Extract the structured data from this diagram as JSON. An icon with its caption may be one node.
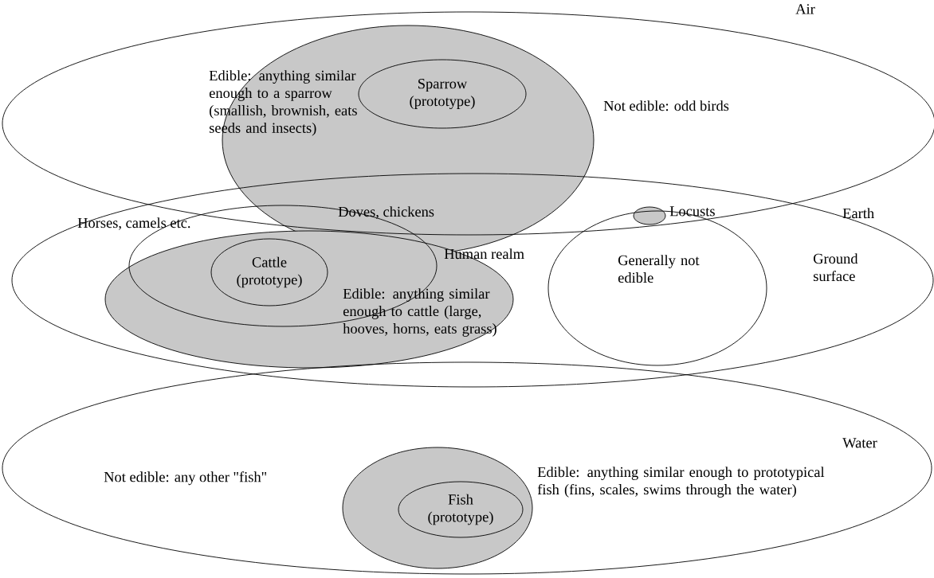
{
  "diagram": {
    "nodes": [
      {
        "text": [
          "Air",
          "Not edible: odd birds"
        ]
      },
      {
        "text": [
          "Edible: anything similar enough to a sparrow (smallish, brownish, eats seeds and insects)"
        ]
      },
      {
        "text": [
          "Sparrow (prototype)"
        ],
        "in": 1
      },
      {
        "text": [
          "Earth"
        ]
      },
      {
        "text": [],
        "shape": "ellipse",
        "beside": [
          "Human realm"
        ],
        "in": 3
      },
      {
        "text": [
          "Edible: anything similar enough to cattle (large, hooves, horns, eats grass)"
        ],
        "in": 3
      },
      {
        "text": [
          "Cattle (prototype)"
        ]
      },
      {
        "text": [
          "Generally not edible"
        ],
        "in": 3
      },
      {
        "text": [
          "Locusts"
        ]
      },
      {
        "text": [
          "Water",
          "Not edible: any other \"fish\""
        ]
      },
      {
        "text": [
          "Edible: anything similar enough to prototypical fish (fins, scales, swims through the water)"
        ],
        "in": 9
      },
      {
        "text": [
          "Fish (prototype)"
        ],
        "in": 10
      }
    ],
    "labels": [
      "Doves, chickens",
      "Horses, camels etc.",
      "Ground surface"
    ]
  }
}
